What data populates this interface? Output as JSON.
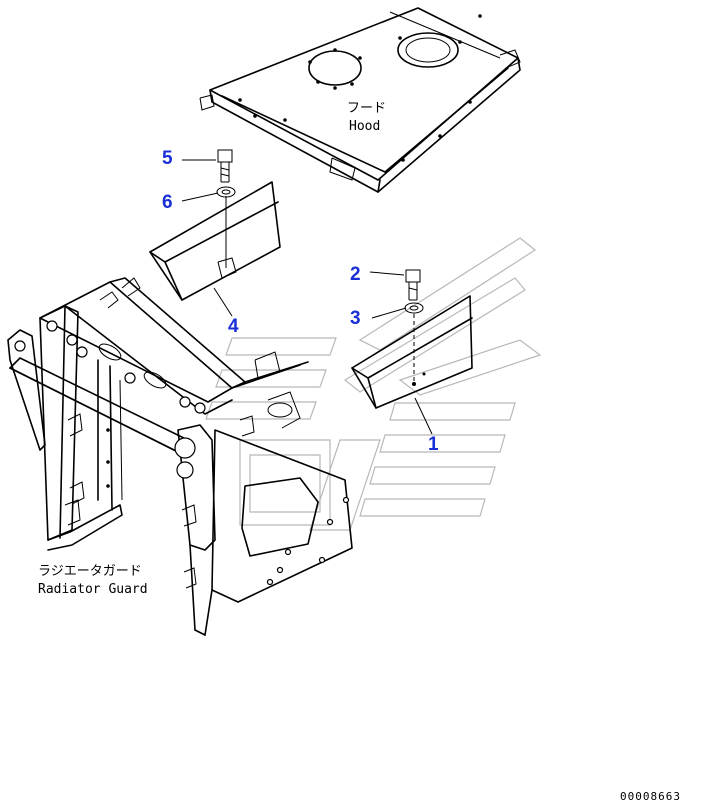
{
  "labels": {
    "hood_jp": "フード",
    "hood_en": "Hood",
    "guard_jp": "ラジエータガード",
    "guard_en": "Radiator Guard"
  },
  "callouts": [
    "1",
    "2",
    "3",
    "4",
    "5",
    "6"
  ],
  "drawing_code": "00008663",
  "colors": {
    "callout": "#1a2fd6",
    "line": "#000000",
    "watermark": "#b8b8b8"
  }
}
